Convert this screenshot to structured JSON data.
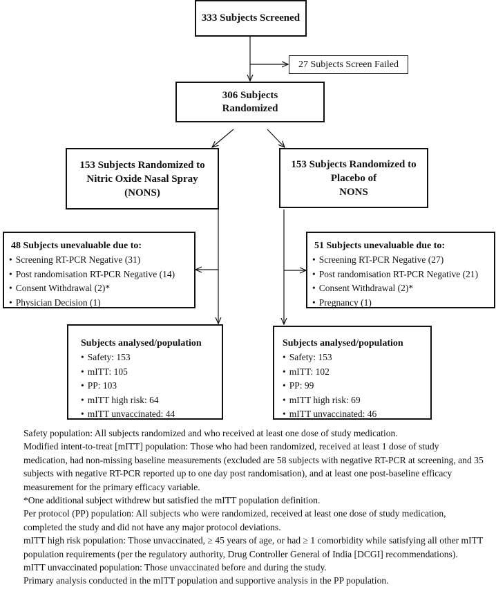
{
  "screened": "333 Subjects Screened",
  "screen_failed": "27 Subjects Screen Failed",
  "randomized": {
    "line1": "306 Subjects",
    "line2": "Randomized"
  },
  "arm_nons": {
    "line1": "153 Subjects Randomized to",
    "line2": "Nitric Oxide Nasal Spray",
    "line3": "(NONS)"
  },
  "arm_placebo": {
    "line1": "153 Subjects Randomized to",
    "line2": "Placebo of",
    "line3": "NONS"
  },
  "unevaluable_nons": {
    "title": "48 Subjects unevaluable due to:",
    "items": [
      "Screening RT-PCR Negative (31)",
      "Post randomisation RT-PCR Negative (14)",
      "Consent Withdrawal (2)*",
      "Physician Decision (1)"
    ]
  },
  "unevaluable_placebo": {
    "title": "51 Subjects unevaluable due to:",
    "items": [
      "Screening RT-PCR Negative (27)",
      "Post randomisation RT-PCR Negative (21)",
      "Consent Withdrawal (2)*",
      "Pregnancy (1)"
    ]
  },
  "analysed_nons": {
    "title": "Subjects analysed/population",
    "items": [
      "Safety: 153",
      "mITT: 105",
      "PP: 103",
      "mITT high risk: 64",
      "mITT unvaccinated: 44"
    ]
  },
  "analysed_placebo": {
    "title": "Subjects analysed/population",
    "items": [
      "Safety: 153",
      "mITT: 102",
      "PP: 99",
      "mITT high risk: 69",
      "mITT unvaccinated: 46"
    ]
  },
  "notes": [
    "Safety population: All subjects randomized and who received at least one dose of study medication.",
    "Modified intent-to-treat [mITT] population: Those who had been randomized, received at least 1 dose of study medication, had non-missing baseline measurements (excluded are 58 subjects with negative RT-PCR at screening, and 35 subjects with negative RT-PCR reported up to one day post randomisation), and at least one post-baseline efficacy measurement for the primary efficacy variable.",
    "*One additional subject withdrew but satisfied the mITT population definition.",
    "Per protocol (PP) population: All subjects who were randomized, received at least one dose of study medication, completed the study and did not have any major protocol deviations.",
    "mITT high risk population: Those unvaccinated, ≥ 45 years of age, or had ≥ 1 comorbidity while satisfying all other mITT population requirements (per the regulatory authority, Drug Controller General of India [DCGI] recommendations).",
    "mITT unvaccinated population: Those unvaccinated before and during the study.",
    "Primary analysis conducted in the mITT population and supportive analysis in the PP population."
  ]
}
